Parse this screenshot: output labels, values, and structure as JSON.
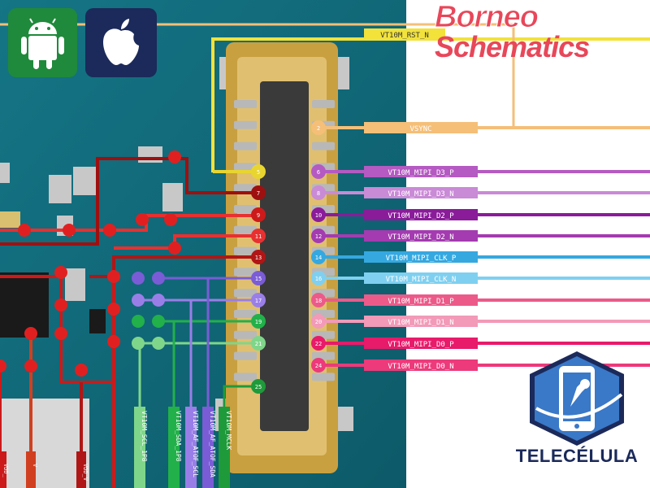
{
  "brand": {
    "title_line1": "Borneo",
    "title_line2": "Schematics",
    "color": "#e8475a",
    "footer": "TELECÉLULA"
  },
  "apps": [
    {
      "name": "android-icon",
      "bg": "#1f8a3b"
    },
    {
      "name": "apple-icon",
      "bg": "#1b2a5a"
    }
  ],
  "connector": {
    "top_pins": [
      {
        "num": "VT10M_RST_N",
        "label": "VT10M_RST_N",
        "color": "#f2e23a",
        "side": "right"
      },
      {
        "num": "2",
        "label": "VSYNC",
        "color": "#f5bf78",
        "side": "right"
      },
      {
        "num": "5",
        "label": "",
        "color": "#e8d530",
        "side": "left"
      },
      {
        "num": "6",
        "label": "VT10M_MIPI_D3_P",
        "color": "#b55ac2",
        "side": "right"
      },
      {
        "num": "7",
        "label": "",
        "color": "#9e1010",
        "side": "left"
      },
      {
        "num": "8",
        "label": "VT10M_MIPI_D3_N",
        "color": "#c98ad6",
        "side": "right"
      },
      {
        "num": "9",
        "label": "",
        "color": "#cc1a1a",
        "side": "left"
      },
      {
        "num": "10",
        "label": "VT10M_MIPI_D2_P",
        "color": "#8a1c9a",
        "side": "right"
      },
      {
        "num": "11",
        "label": "",
        "color": "#e83030",
        "side": "left"
      },
      {
        "num": "12",
        "label": "VT10M_MIPI_D2_N",
        "color": "#a43bb0",
        "side": "right"
      },
      {
        "num": "13",
        "label": "",
        "color": "#b01616",
        "side": "left"
      },
      {
        "num": "14",
        "label": "VT10M_MIPI_CLK_P",
        "color": "#35a8e0",
        "side": "right"
      },
      {
        "num": "15",
        "label": "",
        "color": "#7a5cd6",
        "side": "left"
      },
      {
        "num": "16",
        "label": "VT10M_MIPI_CLK_N",
        "color": "#7fd0f0",
        "side": "right"
      },
      {
        "num": "17",
        "label": "",
        "color": "#9a7ee8",
        "side": "left"
      },
      {
        "num": "18",
        "label": "VT10M_MIPI_D1_P",
        "color": "#ec5a8a",
        "side": "right"
      },
      {
        "num": "19",
        "label": "",
        "color": "#22b04a",
        "side": "left"
      },
      {
        "num": "20",
        "label": "VT10M_MIPI_D1_N",
        "color": "#f29ab8",
        "side": "right"
      },
      {
        "num": "21",
        "label": "",
        "color": "#7fd68a",
        "side": "left"
      },
      {
        "num": "22",
        "label": "VT10M_MIPI_D0_P",
        "color": "#e81a6a",
        "side": "right"
      },
      {
        "num": "24",
        "label": "VT10M_MIPI_D0_N",
        "color": "#ec3a7a",
        "side": "right"
      },
      {
        "num": "25",
        "label": "",
        "color": "#1e9a3a",
        "side": "left"
      }
    ]
  },
  "bottom_labels": [
    {
      "text": "VT10M_SCL_1P8",
      "color": "#7fd68a"
    },
    {
      "text": "VT10M_SDA_1P8",
      "color": "#22b04a"
    },
    {
      "text": "VT10M_AF_ATOF_SCL",
      "color": "#9a7ee8"
    },
    {
      "text": "VT10M_AF_ATOF_SDA",
      "color": "#7a5cd6"
    },
    {
      "text": "VT10M_MCLK",
      "color": "#1e9a3a"
    }
  ],
  "left_bottom_labels": [
    {
      "text": "VDD_",
      "color": "#cc1a1a"
    },
    {
      "text": "V",
      "color": "#d04020"
    },
    {
      "text": "VDD_V",
      "color": "#b01616"
    }
  ]
}
